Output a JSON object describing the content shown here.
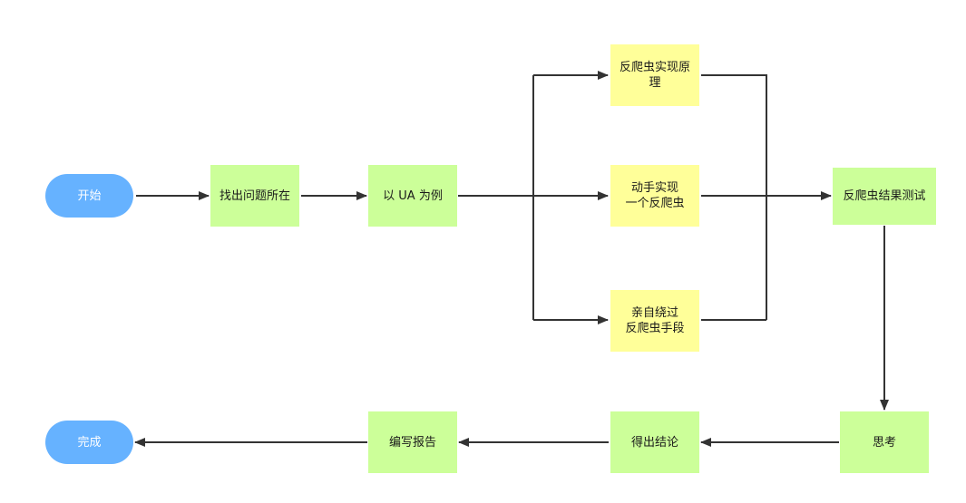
{
  "nodes": {
    "start": "开始",
    "find_problem": "找出问题所在",
    "ua_example": "以 UA 为例",
    "principle": "反爬虫实现原\n理",
    "implement": "动手实现\n一个反爬虫",
    "bypass": "亲自绕过\n反爬虫手段",
    "test_result": "反爬虫结果测试",
    "think": "思考",
    "conclusion": "得出结论",
    "report": "编写报告",
    "done": "完成"
  },
  "colors": {
    "terminal": "#66b2ff",
    "process": "#ccff99",
    "branch": "#ffff99",
    "edge": "#333333"
  }
}
